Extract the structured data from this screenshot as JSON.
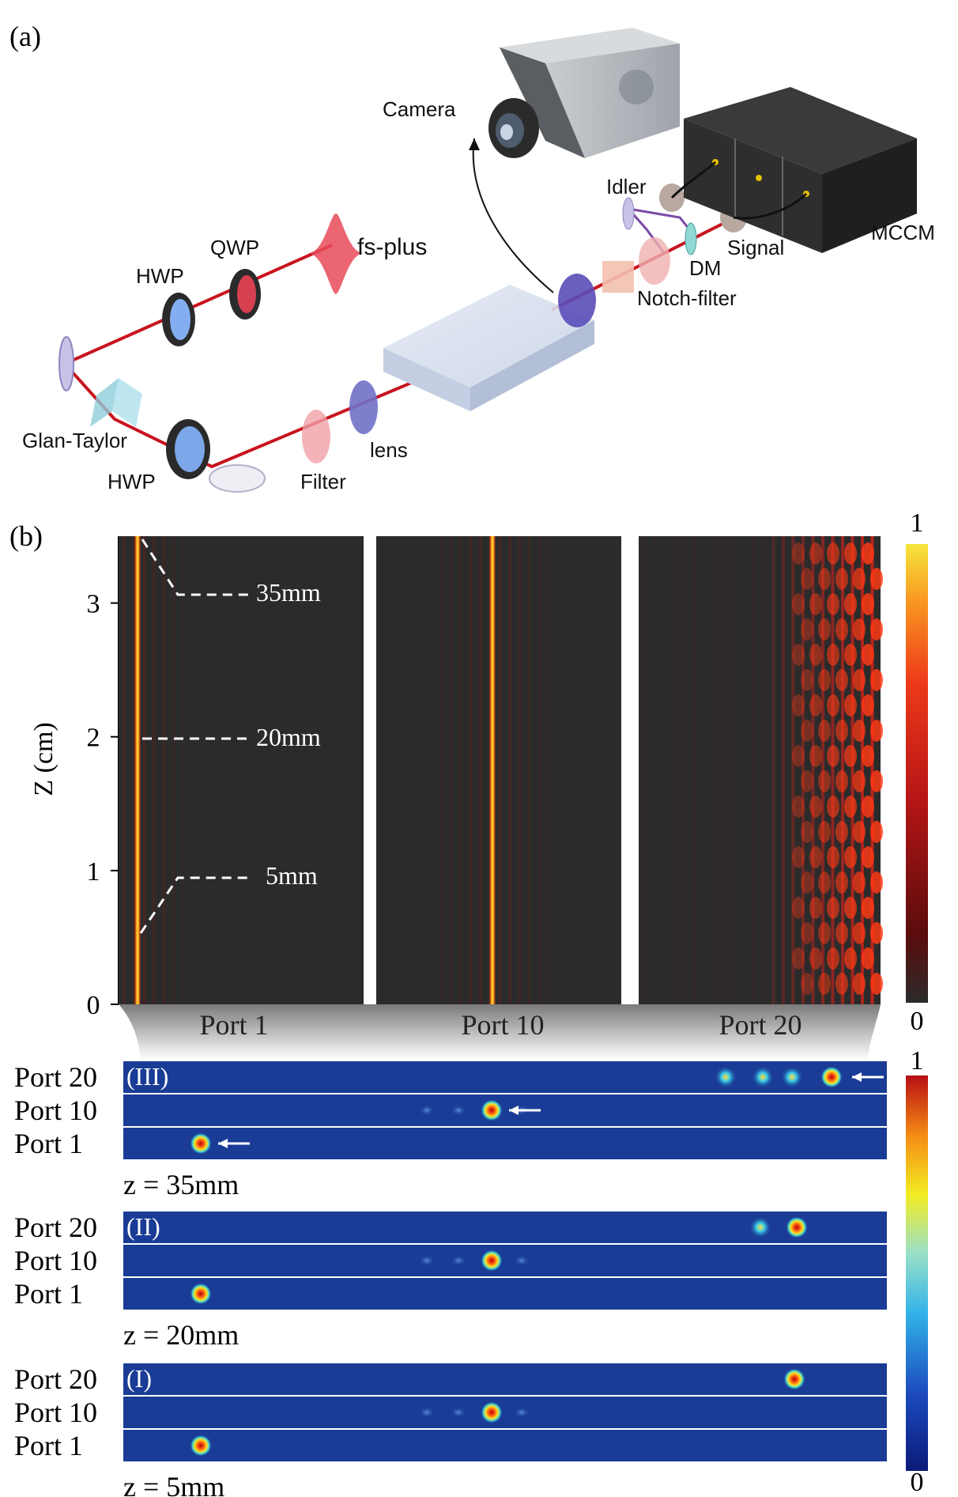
{
  "panel_a": {
    "label": "(a)",
    "components": {
      "camera": "Camera",
      "mccm": "MCCM",
      "idler": "Idler",
      "signal": "Signal",
      "dm": "DM",
      "notch_filter": "Notch-filter",
      "fs_plus": "fs-plus",
      "qwp": "QWP",
      "hwp_top": "HWP",
      "hwp_bottom": "HWP",
      "glan_taylor": "Glan-Taylor",
      "filter": "Filter",
      "lens": "lens"
    }
  },
  "panel_b": {
    "label": "(b)",
    "y_axis": {
      "label": "Z (cm)",
      "ticks": [
        "0",
        "1",
        "2",
        "3"
      ],
      "range": [
        0,
        3.5
      ]
    },
    "markers": [
      "35mm",
      "20mm",
      "5mm"
    ],
    "ports": [
      "Port 1",
      "Port 10",
      "Port 20"
    ],
    "colorbar_top": {
      "max": "1",
      "min": "0"
    },
    "colorbar_bottom": {
      "max": "1",
      "min": "0"
    }
  },
  "sub_panels": [
    {
      "tag": "(III)",
      "z_label": "z = 35mm",
      "rows": [
        "Port 20",
        "Port 10",
        "Port  1"
      ]
    },
    {
      "tag": "(II)",
      "z_label": "z = 20mm",
      "rows": [
        "Port 20",
        "Port 10",
        "Port  1"
      ]
    },
    {
      "tag": "(I)",
      "z_label": "z = 5mm",
      "rows": [
        "Port 20",
        "Port 10",
        "Port  1"
      ]
    }
  ],
  "colors": {
    "beam": "#c8141e",
    "heatmap_bg": "#2b2b2b",
    "guide": "#f5b400",
    "output_bg": "#1a3c96"
  }
}
